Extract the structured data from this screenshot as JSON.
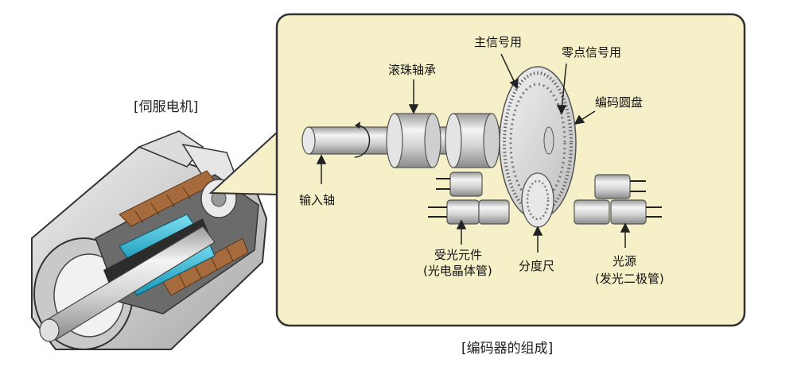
{
  "captions": {
    "servo_motor": "[伺服电机]",
    "encoder_composition": "[编码器的组成]"
  },
  "labels": {
    "main_signal": "主信号用",
    "zero_signal": "零点信号用",
    "ball_bearing": "滚珠轴承",
    "encoder_disk": "编码圆盘",
    "input_shaft": "输入轴",
    "receiver_line1": "受光元件",
    "receiver_line2": "(光电晶体管)",
    "scale": "分度尺",
    "light_source_line1": "光源",
    "light_source_line2": "(发光二极管)"
  },
  "colors": {
    "panel_bg": "#f6f0c8",
    "motor_cyan": "#28b8d8",
    "motor_copper": "#a56b3c",
    "metal": "#d8d8d8"
  }
}
